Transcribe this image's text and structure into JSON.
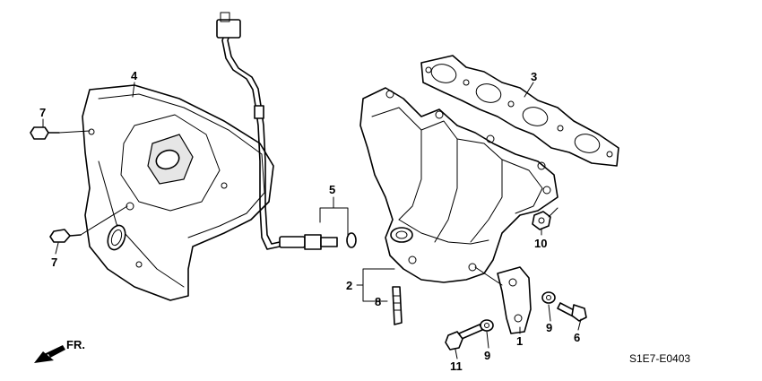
{
  "callouts": {
    "c1": "1",
    "c2": "2",
    "c3": "3",
    "c4": "4",
    "c5": "5",
    "c6": "6",
    "c7a": "7",
    "c7b": "7",
    "c8": "8",
    "c9a": "9",
    "c9b": "9",
    "c10": "10",
    "c11": "11"
  },
  "direction_label": "FR.",
  "diagram_code": "S1E7-E0403"
}
